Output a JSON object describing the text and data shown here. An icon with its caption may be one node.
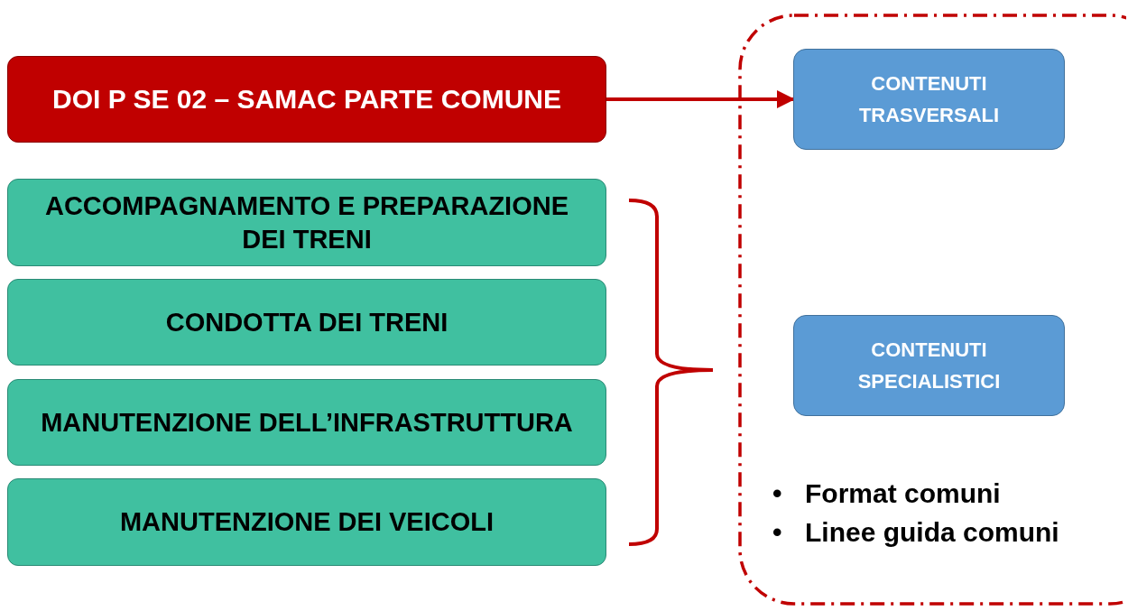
{
  "diagram": {
    "nodes": [
      {
        "text": [
          "DOI P SE 02 – SAMAC PARTE COMUNE"
        ]
      },
      {
        "text": [
          "ACCOMPAGNAMENTO E PREPARAZIONE DEI TRENI"
        ]
      },
      {
        "text": [
          "CONDOTTA DEI TRENI"
        ]
      },
      {
        "text": [
          "MANUTENZIONE DELL’INFRASTRUTTURA"
        ]
      },
      {
        "text": [
          "MANUTENZIONE DEI VEICOLI"
        ]
      },
      {
        "text": [],
        "shape": "box"
      },
      {
        "text": [
          "CONTENUTI TRASVERSALI"
        ],
        "in": 5
      },
      {
        "text": [
          "CONTENUTI SPECIALISTICI"
        ],
        "in": 5
      }
    ],
    "edges": [
      {
        "from": 0,
        "to": 6,
        "arrow": "to"
      }
    ],
    "labels": [
      "•",
      "Format comuni",
      "•",
      "Linee guida comuni"
    ]
  }
}
